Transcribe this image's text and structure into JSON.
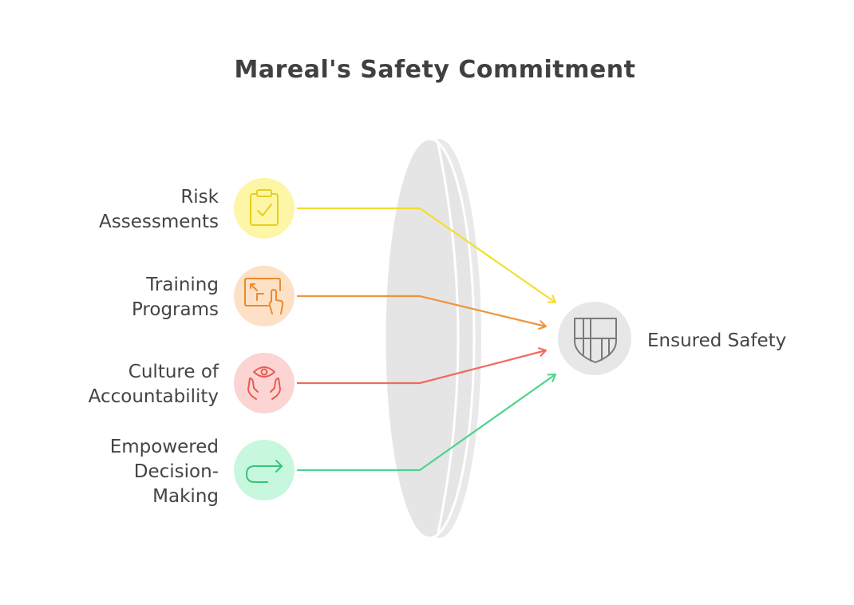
{
  "title": "Mareal's Safety Commitment",
  "inputs": [
    {
      "label": "Risk\nAssessments",
      "icon": "clipboard-check-icon",
      "color": "#f5dd2f",
      "fill": "#fdf6a6"
    },
    {
      "label": "Training\nPrograms",
      "icon": "touch-resize-icon",
      "color": "#ef943b",
      "fill": "#fde1c6"
    },
    {
      "label": "Culture of\nAccountability",
      "icon": "eye-hands-icon",
      "color": "#ef6a5e",
      "fill": "#fcd4d4"
    },
    {
      "label": "Empowered\nDecision-\nMaking",
      "icon": "redirect-arrow-icon",
      "color": "#4cd58b",
      "fill": "#c7f7dd"
    }
  ],
  "output": {
    "label": "Ensured Safety",
    "icon": "shield-icon",
    "color": "#7a7a7a",
    "fill": "#e7e7e7"
  }
}
